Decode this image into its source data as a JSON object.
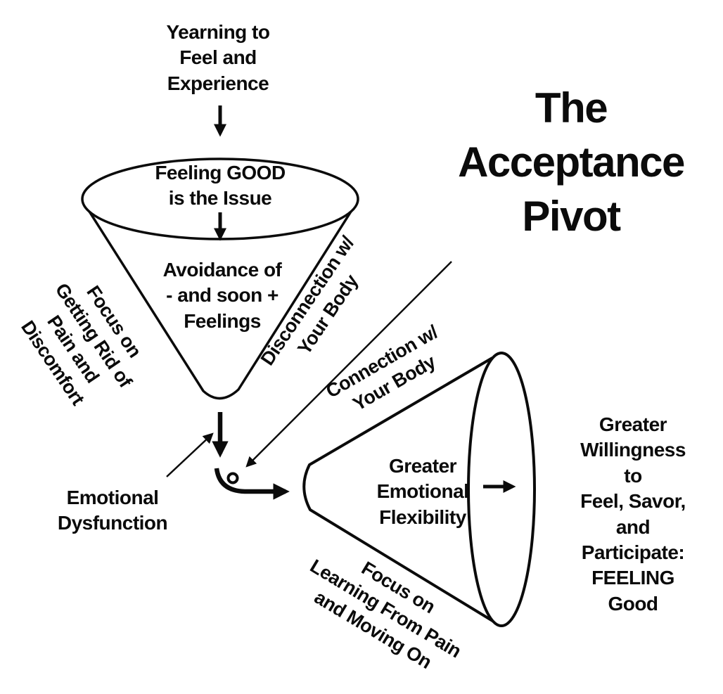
{
  "colors": {
    "ink": "#0b0b0b",
    "background": "#ffffff"
  },
  "title": "The\nAcceptance\nPivot",
  "left_funnel": {
    "entry_label": "Yearning to\nFeel and\nExperience",
    "opening_label": "Feeling GOOD\nis the Issue",
    "body_label": "Avoidance of\n- and soon +\nFeelings",
    "left_edge_label": "Focus on\nGetting Rid of\nPain and\nDiscomfort",
    "right_edge_label": "Disconnection w/\nYour Body"
  },
  "pivot": {
    "dysfunction_label": "Emotional\nDysfunction"
  },
  "right_funnel": {
    "top_edge_label": "Connection w/\nYour Body",
    "body_label": "Greater\nEmotional\nFlexibility",
    "bottom_edge_label": "Focus on\nLearning From Pain\nand Moving On",
    "outcome_label": "Greater\nWillingness to\nFeel, Savor, and\nParticipate:\nFEELING\nGood"
  }
}
